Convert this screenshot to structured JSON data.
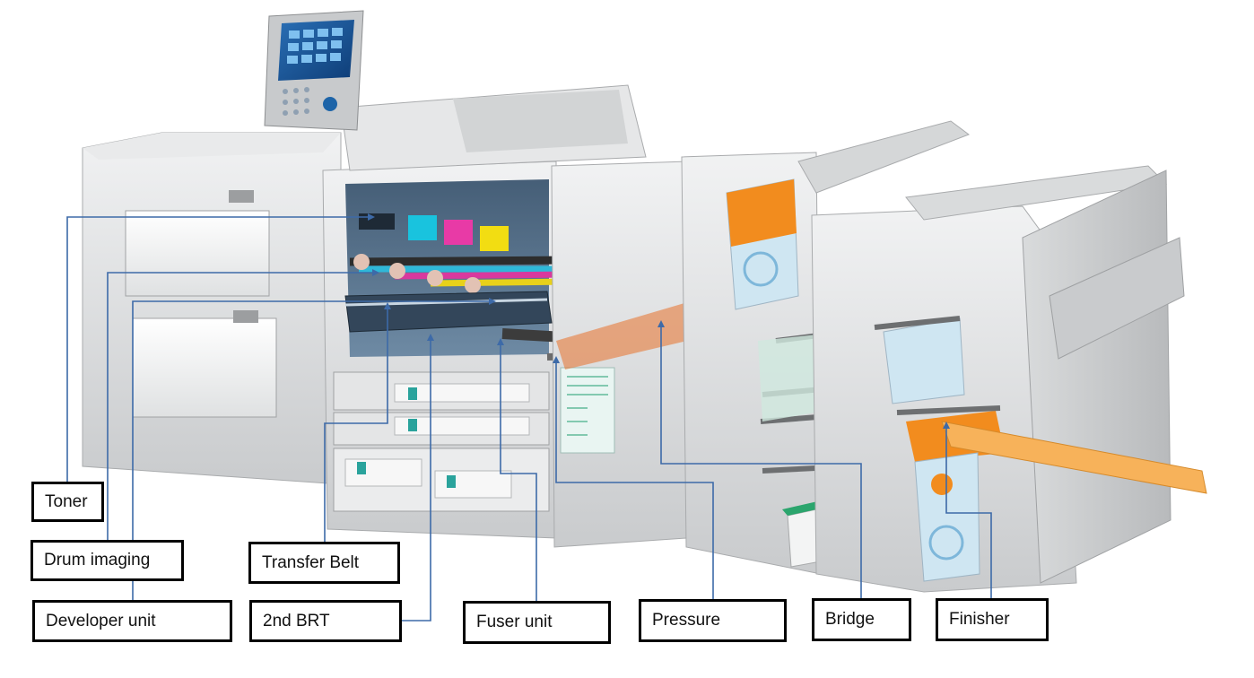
{
  "diagram": {
    "labels": {
      "toner": "Toner",
      "drum_imaging": "Drum imaging",
      "developer_unit": "Developer unit",
      "transfer_belt": "Transfer Belt",
      "second_brt": "2nd BRT",
      "fuser_unit": "Fuser unit",
      "pressure": "Pressure",
      "bridge": "Bridge",
      "finisher": "Finisher"
    },
    "colors": {
      "leader_line": "#3d6aa8",
      "box_border": "#000000",
      "toner_cyan": "#19c3de",
      "toner_magenta": "#e83aa6",
      "toner_yellow": "#f2dd12",
      "printout_orange": "#f28c1e",
      "printout_blue": "#cfe6f2",
      "printout_green": "#bfe6cf"
    }
  }
}
